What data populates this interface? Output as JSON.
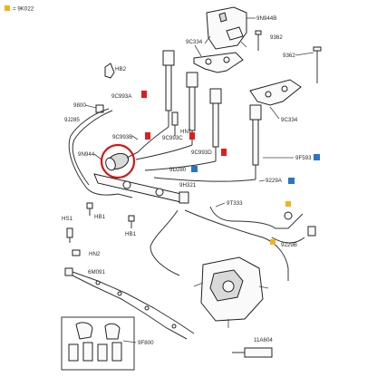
{
  "legend": {
    "marker_color": "#f3b21c",
    "text": "= 9K022"
  },
  "labels": {
    "9N944B": "9N944B",
    "9362_top": "9362",
    "9C334_top": "9C334",
    "9362_right": "9362",
    "HB2": "HB2",
    "9800": "9800",
    "9C993A": "9C993A",
    "9J285": "9J285",
    "9C334_right": "9C334",
    "9C993B": "9C993B",
    "9C993C": "9C993C",
    "9C993D": "9C993D",
    "9N944": "9N944",
    "9F593": "9F593",
    "9D280": "9D280",
    "9229A": "9229A",
    "9H321": "9H321",
    "9T333": "9T333",
    "HB1_left": "HB1",
    "HB1_right": "HB1",
    "HS1": "HS1",
    "9229B": "9229B",
    "HN2": "HN2",
    "6M091": "6M091",
    "9F800": "9F800",
    "11A604": "11A604",
    "HN1": "HN1"
  },
  "colors": {
    "red_marker": "#e01d1d",
    "blue_marker": "#2b74c9",
    "yellow_marker": "#f3b21c",
    "highlight_circle": "#d01818"
  }
}
